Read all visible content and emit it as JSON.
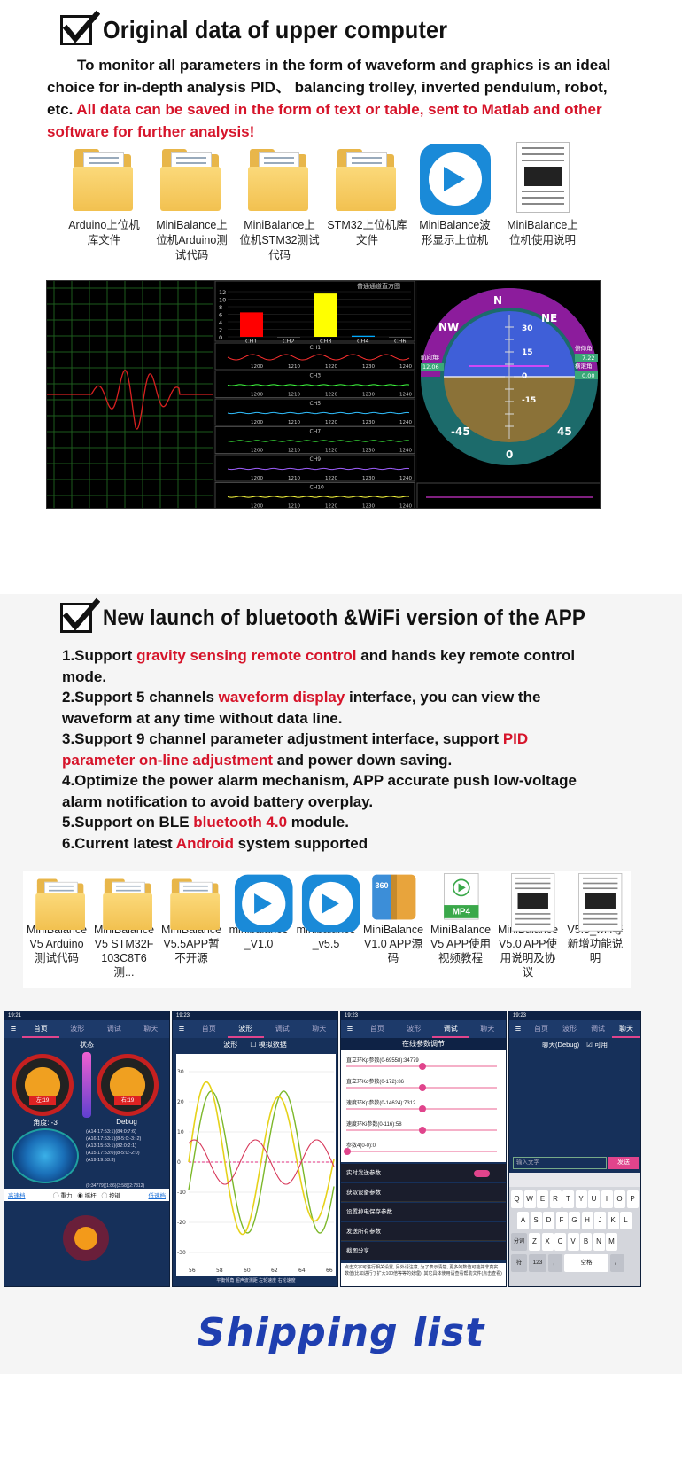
{
  "section1": {
    "heading": "Original data of upper computer",
    "intro_plain": "To monitor all parameters in the form of waveform and graphics is an ideal choice for in-depth analysis PID、 balancing trolley, inverted pendulum, robot, etc.",
    "intro_red": "All data can be saved in the form of text or table, sent to Matlab and other software for further analysis!",
    "files": [
      {
        "icon": "folder-icon",
        "label": "Arduino上位机库文件"
      },
      {
        "icon": "folder-icon",
        "label": "MiniBalance上位机Arduino测试代码"
      },
      {
        "icon": "folder-icon",
        "label": "MiniBalance上位机STM32测试代码"
      },
      {
        "icon": "folder-icon",
        "label": "STM32上位机库文件"
      },
      {
        "icon": "app-icon",
        "label": "MiniBalance波形显示上位机"
      },
      {
        "icon": "document-icon",
        "label": "MiniBalance上位机使用说明"
      }
    ],
    "scope": {
      "bar_title": "普通通道直方图",
      "bar_y_ticks": [
        "12",
        "10",
        "8",
        "6",
        "4",
        "2",
        "0"
      ],
      "bar_channels": [
        "CH1",
        "CH2",
        "CH3",
        "CH4",
        "CH6"
      ],
      "bar_values": [
        6.5,
        0,
        11.5,
        0.3,
        0
      ],
      "wave_titles": [
        "CH1",
        "CH3",
        "CH5",
        "CH7",
        "CH9",
        "CH10"
      ],
      "wave_ticks": [
        "1200",
        "1210",
        "1220",
        "1230",
        "1240"
      ],
      "compass": [
        "NW",
        "N",
        "NE"
      ],
      "pitch_labels": [
        "30",
        "15",
        "0",
        "-15"
      ],
      "roll_labels": [
        "-45",
        "0",
        "45"
      ],
      "left_readout_label": "航向角:",
      "left_readout_value": "12.06",
      "right_label_1": "俯仰角:",
      "right_value_1": "7.22",
      "right_label_2": "横滚角:",
      "right_value_2": "0.00"
    }
  },
  "section2": {
    "heading": "New launch of bluetooth &WiFi version of the APP",
    "items": [
      {
        "parts": [
          [
            "1.Support ",
            false
          ],
          [
            "gravity sensing remote control",
            true
          ],
          [
            " and hands key remote control mode.",
            false
          ]
        ]
      },
      {
        "parts": [
          [
            "2.Support 5 channels ",
            false
          ],
          [
            "waveform display",
            true
          ],
          [
            " interface, you can view the waveform at any time without data line.",
            false
          ]
        ]
      },
      {
        "parts": [
          [
            "3.Support 9 channel parameter adjustment interface, support ",
            false
          ],
          [
            "PID parameter on-line adjustment",
            true
          ],
          [
            " and power down saving.",
            false
          ]
        ]
      },
      {
        "parts": [
          [
            "4.Optimize the power alarm mechanism, APP accurate push low-voltage alarm notification to avoid battery overplay.",
            false
          ]
        ]
      },
      {
        "parts": [
          [
            "5.Support on BLE ",
            false
          ],
          [
            "bluetooth 4.0",
            true
          ],
          [
            " module.",
            false
          ]
        ]
      },
      {
        "parts": [
          [
            "6.Current latest ",
            false
          ],
          [
            "Android",
            true
          ],
          [
            " system supported",
            false
          ]
        ]
      }
    ],
    "files": [
      {
        "icon": "folder-icon",
        "label": "MiniBalanceV5 Arduino测试代码"
      },
      {
        "icon": "folder-icon",
        "label": "MiniBalanceV5 STM32F103C8T6测..."
      },
      {
        "icon": "folder-icon",
        "label": "MiniBalanceV5.5APP暂不开源"
      },
      {
        "icon": "app-icon",
        "label": "minibalance_V1.0"
      },
      {
        "icon": "app-icon",
        "label": "minibalance_v5.5"
      },
      {
        "icon": "archive-icon",
        "label": "MiniBalanceV1.0 APP源码"
      },
      {
        "icon": "mp4-icon",
        "label": "MiniBalanceV5 APP使用视频教程"
      },
      {
        "icon": "document-icon",
        "label": "MiniBalanceV5.0 APP使用说明及协议"
      },
      {
        "icon": "document-icon",
        "label": "V5.5_wifi等新增功能说明"
      }
    ],
    "mp4_text": "MP4",
    "archive_text": "360",
    "phone1": {
      "time": "19:21",
      "tabs": [
        "首页",
        "波形",
        "调试",
        "聊天"
      ],
      "status": "状态",
      "left_gauge": "左:19",
      "right_gauge": "右:19",
      "angle": "角度: -3",
      "debug": "Debug",
      "log": [
        "(A14:17:53:1)(84:0:7:6)",
        "(A16:17:53:1)(8-5:0:-3:-2)",
        "(A13:15:53:1)(82:0:2:1)",
        "(A15:17:53:0)(8-5:0:-2:0)",
        "(A19:19:53:3)"
      ],
      "log_last": "(0:34779)(1:86)(3:58)(2:7312)",
      "speed_high": "高速档",
      "radio_gravity": "重力",
      "radio_joystick": "摇杆",
      "radio_key": "按键",
      "speed_low": "低速档"
    },
    "phone2": {
      "time": "19:23",
      "title": "波形",
      "simulate": "模拟数据",
      "legend": "平衡倾角  超声波测距  左轮速度  右轮速度",
      "y_ticks": [
        "30",
        "20",
        "10",
        "0",
        "-10",
        "-20",
        "-30"
      ],
      "x_ticks": [
        "56",
        "58",
        "60",
        "62",
        "64",
        "66"
      ]
    },
    "phone3": {
      "time": "19:23",
      "title": "在线参数调节",
      "params": [
        "直立环Kp参数(0-69558):34779",
        "直立环Kd参数(0-172):86",
        "速度环Kp参数(0-14624):7312",
        "速度环Ki参数(0-116):58",
        "参数4(0-0):0"
      ],
      "param_fracs": [
        0.5,
        0.5,
        0.5,
        0.5,
        0.0
      ],
      "actions": [
        "实时发送参数",
        "获取设备参数",
        "设置掉电保存参数",
        "发送所有参数",
        "截图分享"
      ],
      "note": "点击文字可进行相关设置, 另外请注意, 为了表示清楚, 更多的数值可能并非真实数值(比如进行了扩大100倍等等的处理), 其它具体使用请查看帮助文件(点击查看)"
    },
    "phone4": {
      "time": "19:23",
      "title": "聊天(Debug)",
      "available": "可用",
      "input_placeholder": "输入文字",
      "send": "发送",
      "row1": [
        "Q",
        "W",
        "E",
        "R",
        "T",
        "Y",
        "U",
        "I",
        "O",
        "P"
      ],
      "row2": [
        "A",
        "S",
        "D",
        "F",
        "G",
        "H",
        "J",
        "K",
        "L"
      ],
      "row3": [
        "Z",
        "X",
        "C",
        "V",
        "B",
        "N",
        "M"
      ],
      "row3_left": "分词",
      "bottom": [
        "符",
        "123",
        "，",
        "空格",
        "。"
      ]
    }
  },
  "shipping": "Shipping list"
}
